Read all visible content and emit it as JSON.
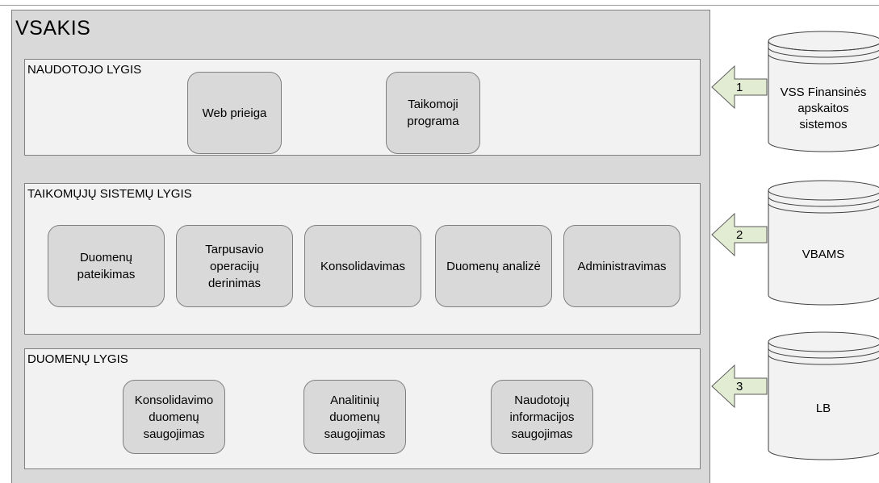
{
  "main": {
    "title": "VSAKIS"
  },
  "layers": [
    {
      "title": "NAUDOTOJO LYGIS",
      "boxes": [
        "Web prieiga",
        "Taikomoji\nprograma"
      ]
    },
    {
      "title": "TAIKOMŲJŲ SISTEMŲ LYGIS",
      "boxes": [
        "Duomenų\npateikimas",
        "Tarpusavio\noperacijų\nderinimas",
        "Konsolidavimas",
        "Duomenų analizė",
        "Administravimas"
      ]
    },
    {
      "title": "DUOMENŲ LYGIS",
      "boxes": [
        "Konsolidavimo\nduomenų\nsaugojimas",
        "Analitinių\nduomenų\nsaugojimas",
        "Naudotojų\ninformacijos\nsaugojimas"
      ]
    }
  ],
  "sources": [
    {
      "number": "1",
      "label": "VSS Finansinės\napskaitos\nsistemos"
    },
    {
      "number": "2",
      "label": "VBAMS"
    },
    {
      "number": "3",
      "label": "LB"
    }
  ],
  "colors": {
    "outer_fill": "#d9d9d9",
    "layer_fill": "#f2f2f2",
    "box_fill": "#d9d9d9",
    "arrow_fill": "#e2ecd3",
    "border": "#7f7f7f"
  }
}
